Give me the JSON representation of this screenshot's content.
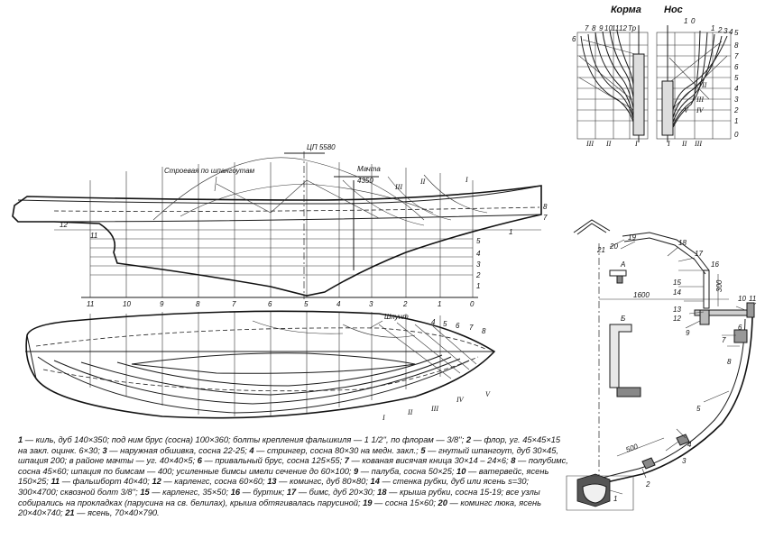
{
  "sections": {
    "stern_title": "Корма",
    "bow_title": "Нос",
    "stern_top_labels": [
      "7",
      "8",
      "9",
      "10",
      "11",
      "12",
      "Тр"
    ],
    "stern_side_label": "6",
    "bow_top_labels": [
      "1",
      "0",
      "1",
      "2",
      "3",
      "4",
      "5"
    ],
    "waterline_labels": [
      "8",
      "7",
      "6",
      "5",
      "4",
      "3",
      "2",
      "1",
      "0"
    ],
    "stern_bottom_labels": [
      "III",
      "II",
      "I"
    ],
    "bow_bottom_labels": [
      "I",
      "II",
      "III"
    ],
    "bow_inner_labels": [
      "II",
      "V",
      "III",
      "IV"
    ]
  },
  "profile": {
    "cp_label": "ЦП 5580",
    "mast_label": "Мачта",
    "mast_value": "4350",
    "sheer_label": "Строевая по шпангоутам",
    "station_labels": [
      "11",
      "10",
      "9",
      "8",
      "7",
      "6",
      "5",
      "4",
      "3",
      "2",
      "1",
      "0"
    ],
    "right_wl_labels": [
      "8",
      "7",
      "1"
    ],
    "right_scale_labels": [
      "5",
      "4",
      "3",
      "2",
      "1"
    ],
    "left_labels": [
      "12",
      "11"
    ],
    "roman_labels": [
      "III",
      "II",
      "I"
    ]
  },
  "plan": {
    "stringer_label": "Шпунт",
    "station_labels": [
      "4",
      "5",
      "6",
      "7",
      "8"
    ],
    "roman_labels": [
      "I",
      "II",
      "III",
      "IV",
      "V"
    ]
  },
  "midsection": {
    "dim_1600": "1600",
    "dim_300": "300",
    "dim_500": "500",
    "view_a": "А",
    "view_b": "Б",
    "part_labels": [
      "21",
      "20",
      "19",
      "18",
      "17",
      "16",
      "15",
      "14",
      "13",
      "12",
      "9",
      "10",
      "11",
      "7",
      "6",
      "8",
      "5",
      "4",
      "3",
      "2",
      "1"
    ]
  },
  "legend": [
    {
      "num": "1",
      "text": " — киль, дуб 140×350; под ним брус (сосна) 100×360; болты крепления фальшкиля — 1 1/2'', по флорам — 3/8'';"
    },
    {
      "num": "2",
      "text": " — флор, уг. 45×45×15 на закл. оцинк. 6×30;"
    },
    {
      "num": "3",
      "text": " — наружная обшивка, сосна 22-25;"
    },
    {
      "num": "4",
      "text": " — стрингер, сосна 80×30 на медн. закл.;"
    },
    {
      "num": "5",
      "text": " — гнутый шпангоут, дуб 30×45, шпация 200; в районе мачты — уг. 40×40×5;"
    },
    {
      "num": "6",
      "text": " — привальный брус, сосна 125×55;"
    },
    {
      "num": "7",
      "text": " — кованая висячая кница 30×14 – 24×6;"
    },
    {
      "num": "8",
      "text": " — полубимс, сосна 45×60; шпация по бимсам — 400; усиленные бимсы имели сечение до 60×100;"
    },
    {
      "num": "9",
      "text": " — палуба, сосна 50×25;"
    },
    {
      "num": "10",
      "text": " — ватервейс, ясень 150×25;"
    },
    {
      "num": "11",
      "text": " — фальшборт 40×40;"
    },
    {
      "num": "12",
      "text": " — карленгс, сосна 60×60;"
    },
    {
      "num": "13",
      "text": " — комингс, дуб 80×80;"
    },
    {
      "num": "14",
      "text": " — стенка рубки, дуб или ясень s=30; 300×4700; сквозной болт 3/8'';"
    },
    {
      "num": "15",
      "text": " — карленгс, 35×50;"
    },
    {
      "num": "16",
      "text": " — буртик;"
    },
    {
      "num": "17",
      "text": " — бимс, дуб 20×30;"
    },
    {
      "num": "18",
      "text": " — крыша рубки, сосна 15-19; все узлы собирались на прокладках (парусина на св. белилах), крыша обтягивалась парусиной;"
    },
    {
      "num": "19",
      "text": " — сосна 15×60;"
    },
    {
      "num": "20",
      "text": " — комингс люка, ясень 20×40×740;"
    },
    {
      "num": "21",
      "text": " — ясень, 70×40×790."
    }
  ]
}
